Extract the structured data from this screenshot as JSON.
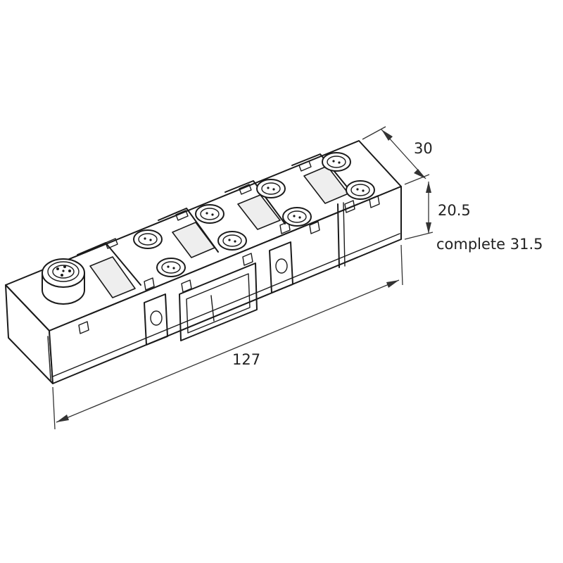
{
  "dimensions": {
    "depth": "30",
    "height": "20.5",
    "height_complete": "complete 31.5",
    "length": "127"
  },
  "ports": {
    "input_connectors": 1,
    "output_modules": 4,
    "sockets_per_module": 2
  }
}
